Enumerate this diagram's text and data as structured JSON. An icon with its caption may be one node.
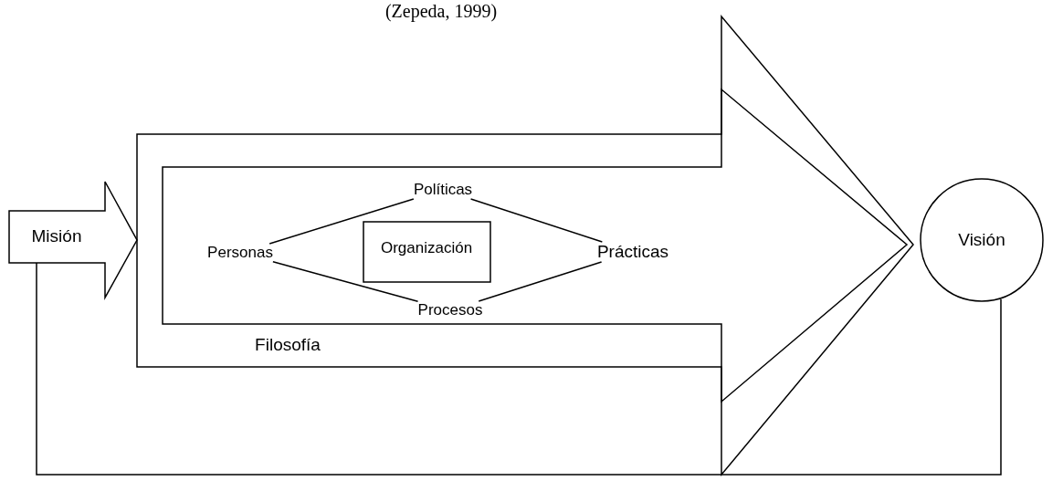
{
  "diagram": {
    "caption": "(Zepeda, 1999)",
    "nodes": [
      {
        "text": [
          "Misión"
        ]
      },
      {
        "text": [
          "Filosofía"
        ]
      },
      {
        "text": [],
        "shape": "arrow",
        "in": 1
      },
      {
        "text": [
          "Políticas"
        ],
        "in": 2
      },
      {
        "text": [
          "Personas"
        ],
        "in": 2
      },
      {
        "text": [
          "Organización"
        ],
        "in": 2
      },
      {
        "text": [
          "Prácticas"
        ],
        "in": 2
      },
      {
        "text": [
          "Procesos"
        ],
        "in": 2
      },
      {
        "text": [
          "Visión"
        ]
      }
    ],
    "edges": [
      {
        "from": 4,
        "to": 3,
        "arrow": "none"
      },
      {
        "from": 3,
        "to": 6,
        "arrow": "none"
      },
      {
        "from": 4,
        "to": 7,
        "arrow": "none"
      },
      {
        "from": 7,
        "to": 6,
        "arrow": "none"
      },
      {
        "from": 0,
        "to": 8,
        "arrow": "none"
      }
    ]
  }
}
